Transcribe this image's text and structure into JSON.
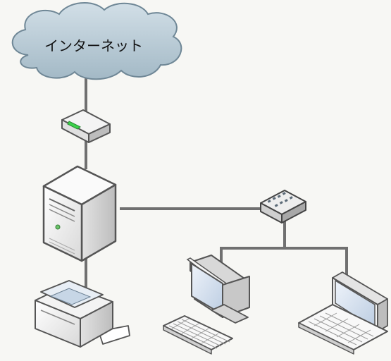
{
  "diagram": {
    "cloud": {
      "label": "インターネット",
      "icon": "cloud-icon"
    },
    "nodes": [
      {
        "id": "modem",
        "icon": "router-icon"
      },
      {
        "id": "server",
        "icon": "server-tower-icon"
      },
      {
        "id": "hub",
        "icon": "network-switch-icon"
      },
      {
        "id": "printer",
        "icon": "printer-scanner-icon"
      },
      {
        "id": "desktop",
        "icon": "desktop-computer-icon"
      },
      {
        "id": "laptop",
        "icon": "laptop-icon"
      }
    ],
    "colors": {
      "background": "#f7f7f4",
      "cloud_fill": "#b5c8d3",
      "line": "#707070",
      "screen": "#d6e2f0",
      "led": "#3bd24a"
    }
  }
}
